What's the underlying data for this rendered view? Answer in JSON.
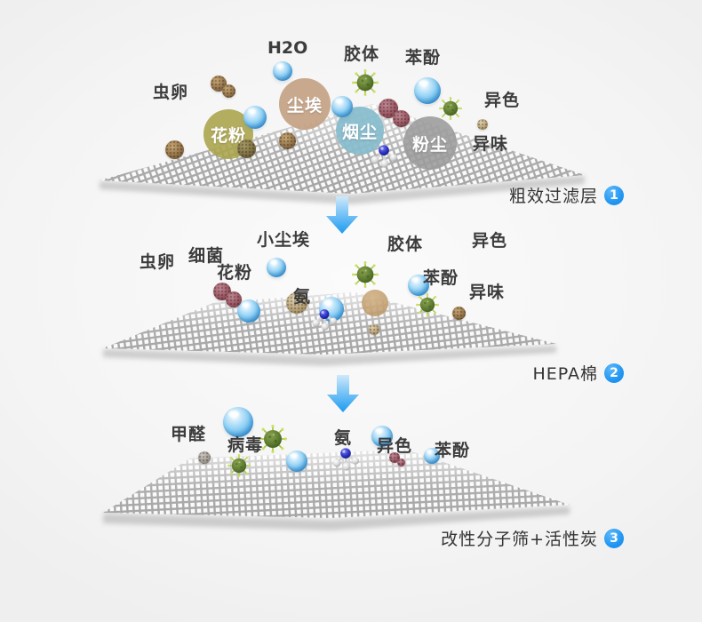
{
  "sections": [
    {
      "caption": "粗效过滤层",
      "badge": "1",
      "labels": [
        "虫卵",
        "H2O",
        "胶体",
        "苯酚",
        "异色",
        "异味"
      ],
      "bubbles": [
        "花粉",
        "尘埃",
        "烟尘",
        "粉尘"
      ]
    },
    {
      "caption": "HEPA棉",
      "badge": "2",
      "labels": [
        "虫卵",
        "细菌",
        "小尘埃",
        "胶体",
        "异色",
        "花粉",
        "氨",
        "苯酚",
        "异味"
      ]
    },
    {
      "caption": "改性分子筛+活性炭",
      "badge": "3",
      "labels": [
        "甲醛",
        "病毒",
        "氨",
        "异色",
        "苯酚"
      ]
    }
  ],
  "colors": {
    "badge_blue": "#2196f3",
    "arrow_blue": "#2ba3f1",
    "label_text": "#3c3c3c",
    "bubble_pollen": "#a8a34a",
    "bubble_dust": "#c4a284",
    "bubble_smoke": "#85bccd",
    "bubble_powder": "#9b9b9b",
    "mesh_gray": "#a0a0a0"
  },
  "icons": {
    "water_sphere": "glossy blue droplet sphere",
    "virus": "green spiked microbe",
    "ammonia_molecule": "blue nitrogen with white hydrogen balls",
    "down_arrow": "blue gradient arrow"
  }
}
